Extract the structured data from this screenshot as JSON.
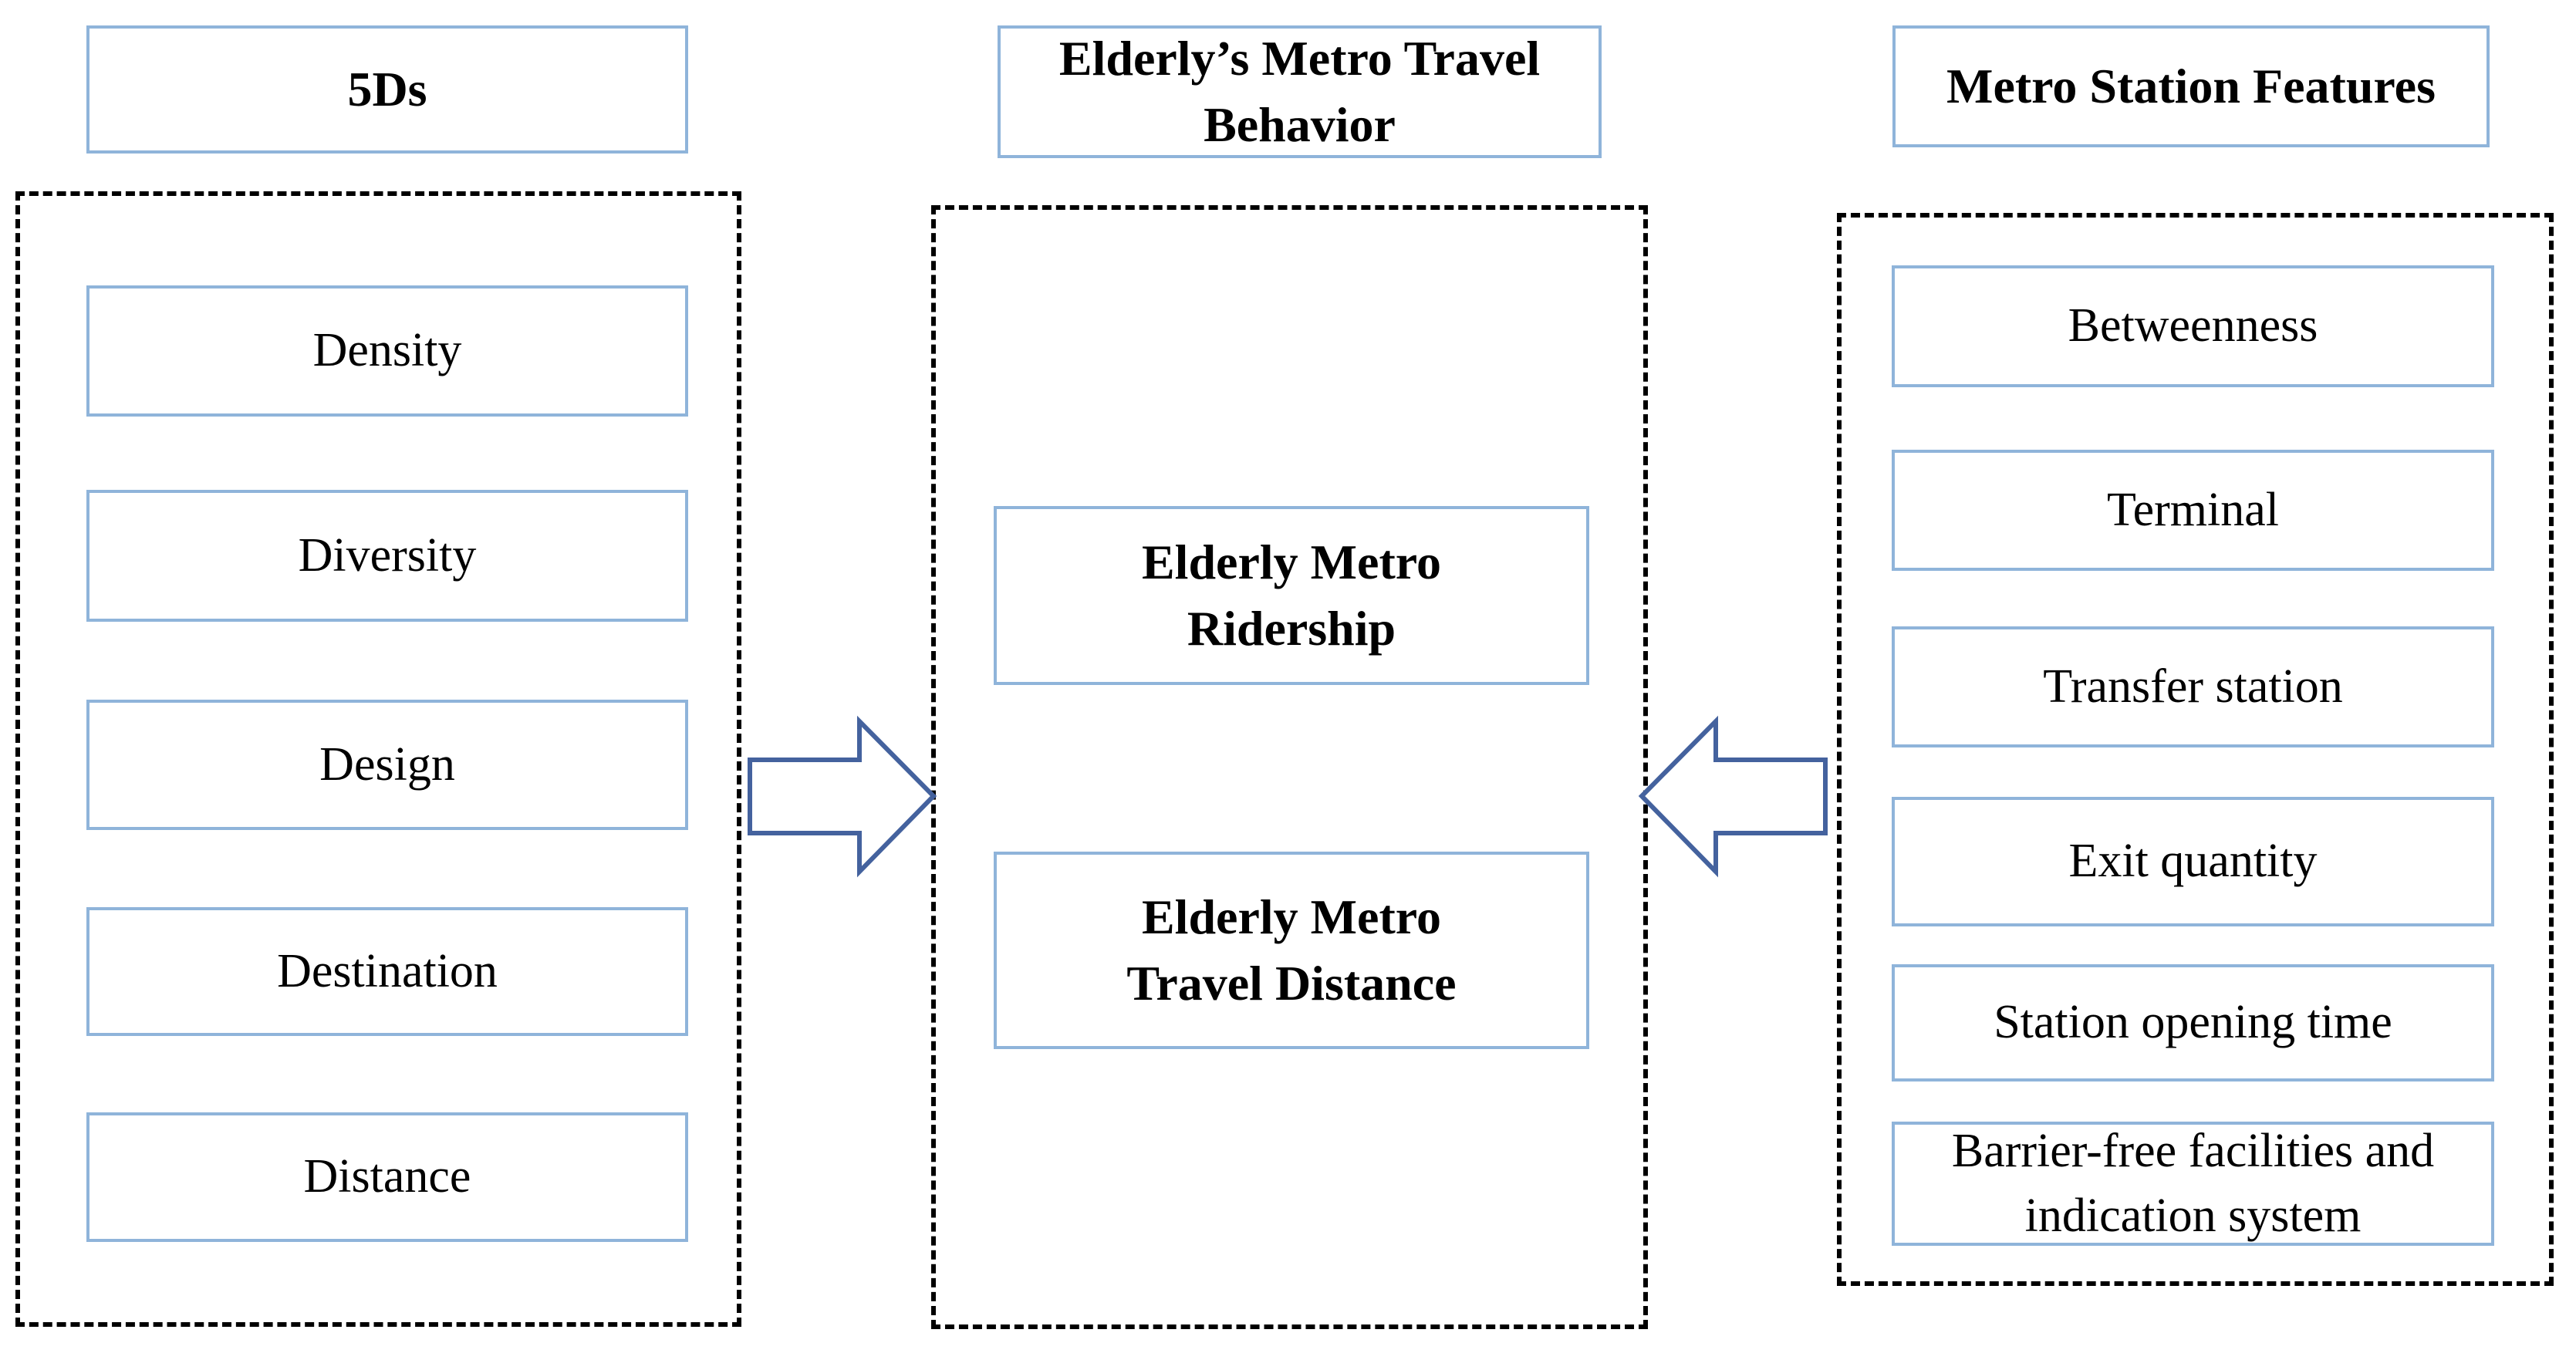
{
  "colors": {
    "page_bg": "#ffffff",
    "box_border": "#8fb4da",
    "arrow_outline": "#44629e",
    "dashed_border": "#000000",
    "text_color": "#000000"
  },
  "left_column": {
    "header": "5Ds",
    "items": [
      "Density",
      "Diversity",
      "Design",
      "Destination",
      "Distance"
    ]
  },
  "middle_column": {
    "header": "Elderly’s Metro Travel Behavior",
    "items": [
      "Elderly Metro Ridership",
      "Elderly Metro Travel Distance"
    ]
  },
  "right_column": {
    "header": "Metro Station Features",
    "items": [
      "Betweenness",
      "Terminal",
      "Transfer station",
      "Exit quantity",
      "Station opening time",
      "Barrier-free facilities and indication system"
    ]
  },
  "arrows": {
    "left_to_middle_direction": "right",
    "right_to_middle_direction": "left"
  }
}
